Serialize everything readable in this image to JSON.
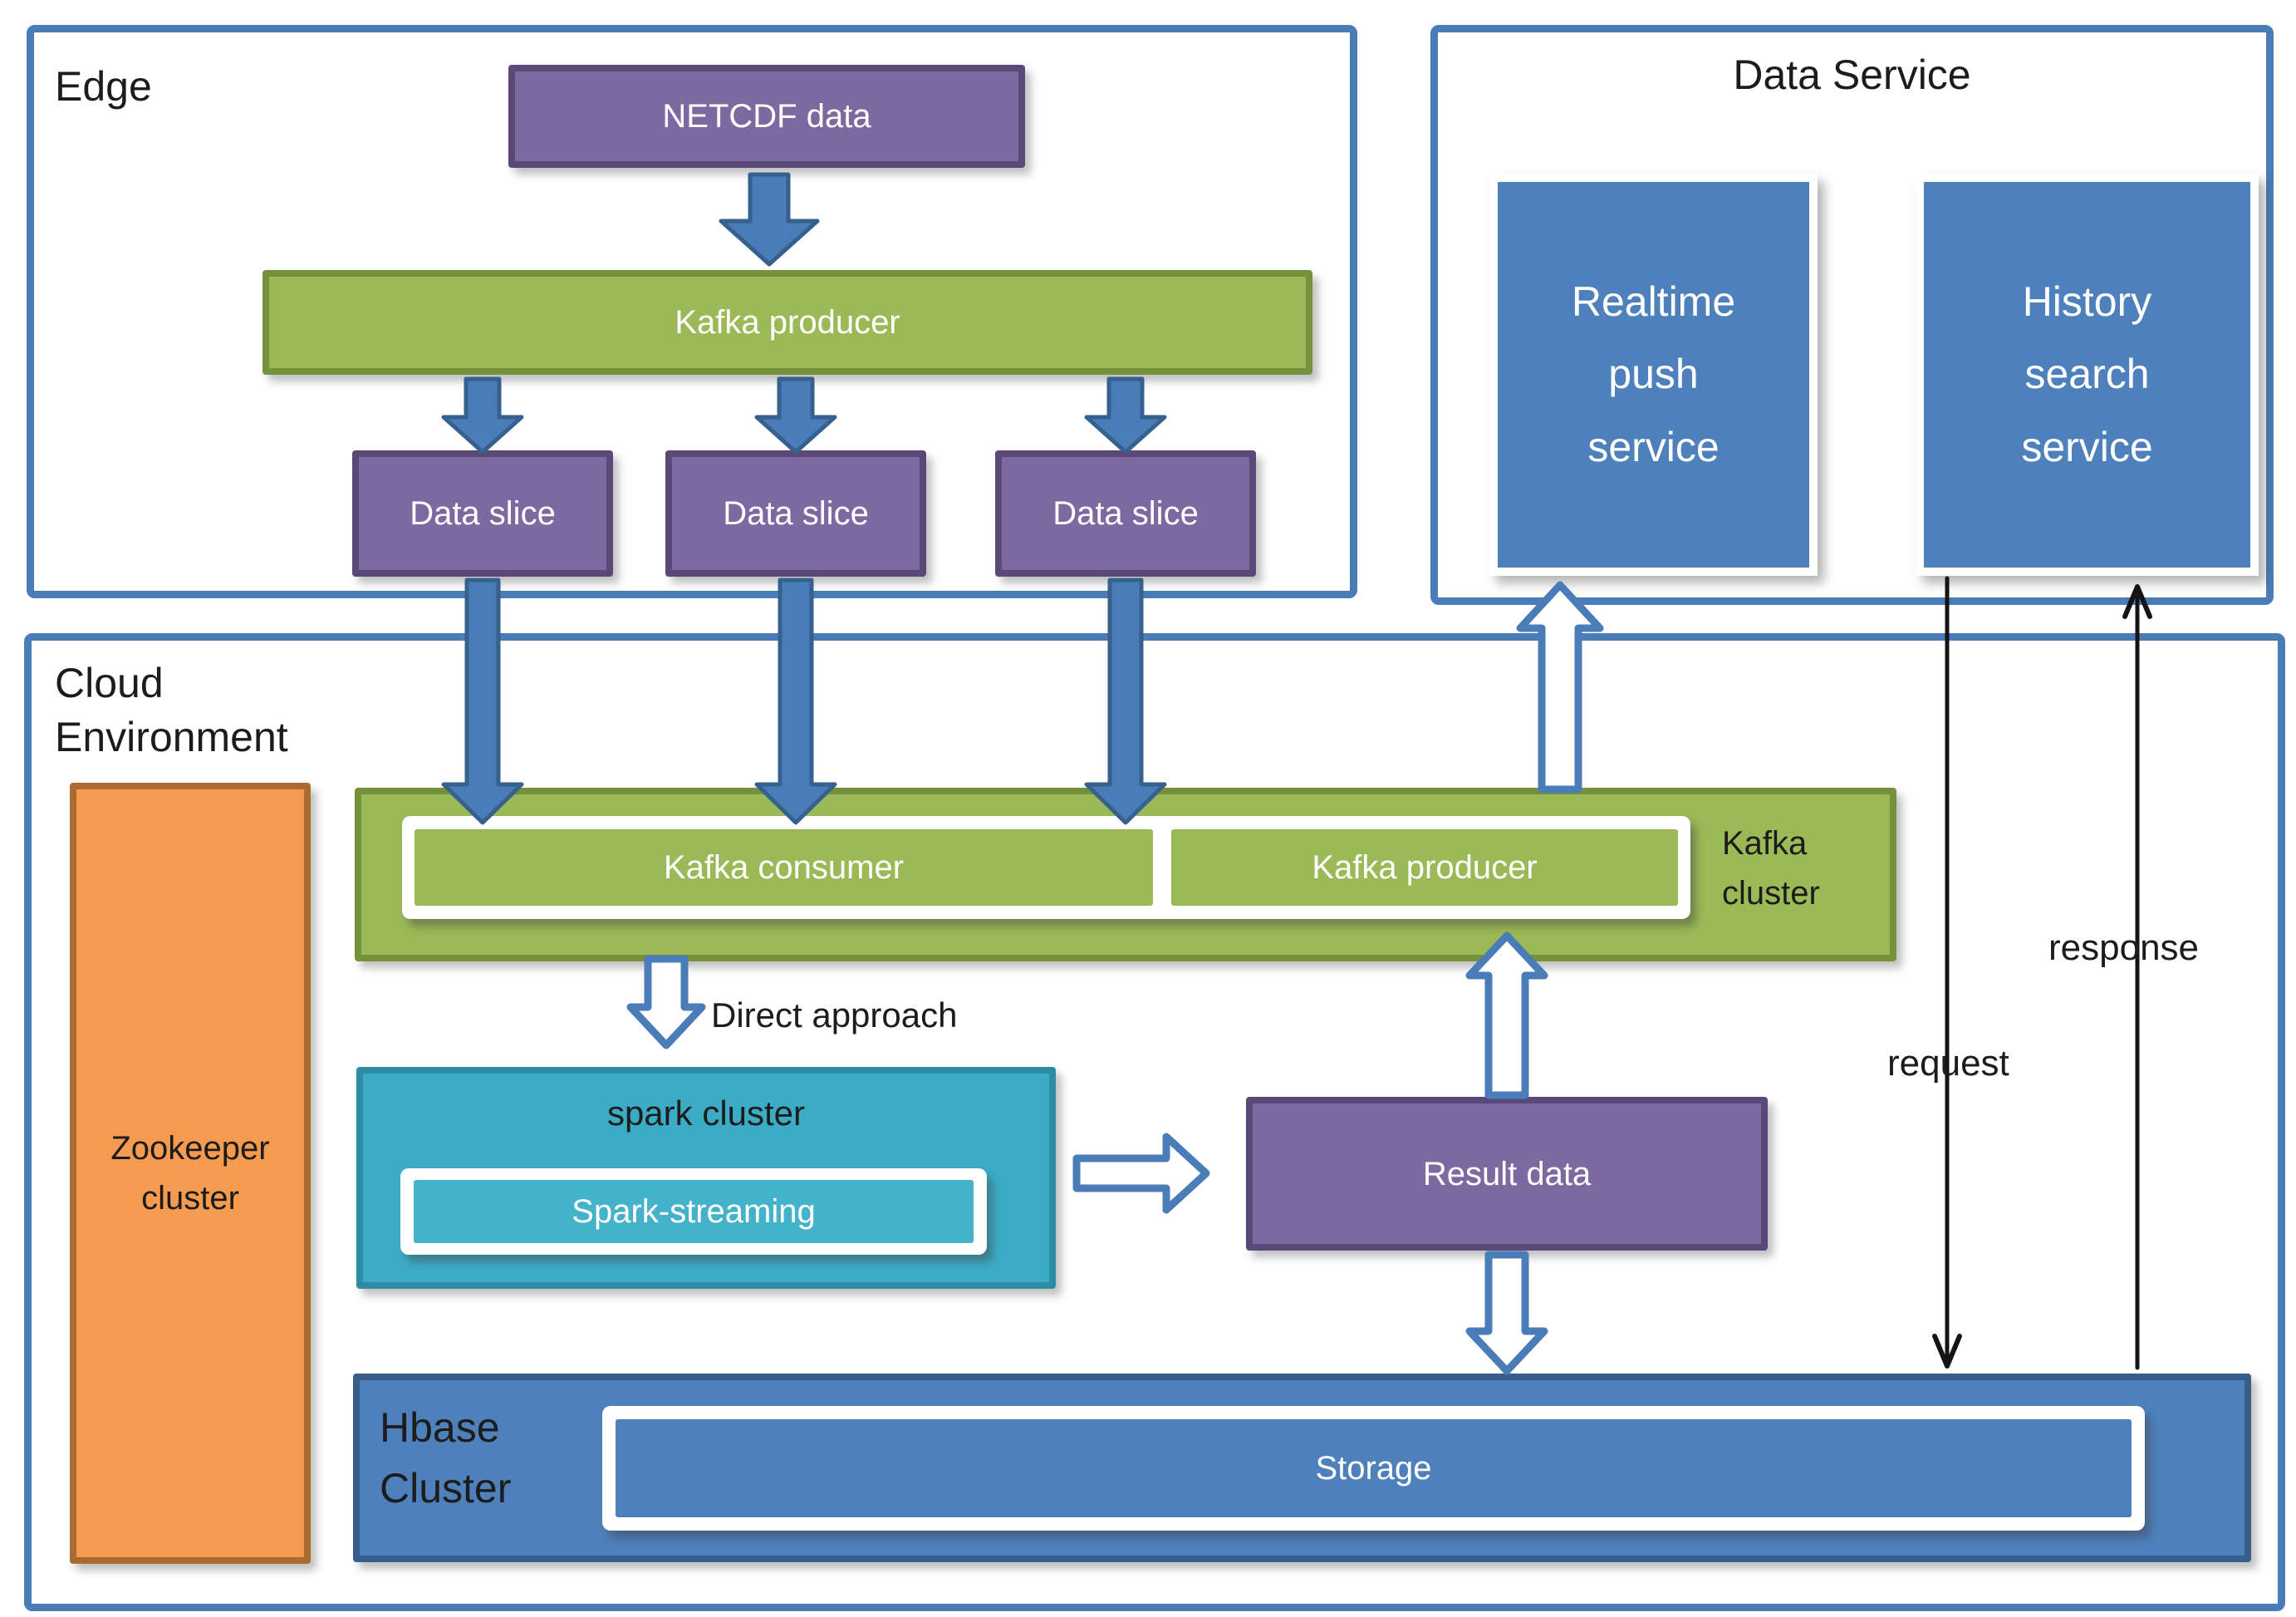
{
  "palette": {
    "frame_blue": "#4A7CB8",
    "box_blue": "#4E80BB",
    "blue_dark": "#385D8A",
    "green": "#9BB957",
    "green_dark": "#75913C",
    "purple": "#7D68A0",
    "purple_dark": "#5C4878",
    "teal": "#3CACC6",
    "teal_light": "#44B2C9",
    "teal_dark": "#2E8CA2",
    "orange": "#F59B50",
    "orange_dark": "#A96B32",
    "arrow_solid": "#4A7CB8",
    "arrow_outline": "#36608E",
    "text_black": "#1c1c1c"
  },
  "edge": {
    "title": "Edge",
    "netcdf_label": "NETCDF data",
    "kafka_producer_label": "Kafka producer",
    "data_slices": [
      "Data slice",
      "Data slice",
      "Data slice"
    ]
  },
  "data_service": {
    "title": "Data Service",
    "realtime_label": "Realtime push service",
    "history_label": "History search service"
  },
  "cloud": {
    "title": "Cloud Environment",
    "zookeeper_label": "Zookeeper cluster",
    "kafka_cluster_label": "Kafka cluster",
    "kafka_consumer_label": "Kafka consumer",
    "kafka_producer_label": "Kafka producer",
    "direct_approach_label": "Direct approach",
    "spark_cluster_label": "spark cluster",
    "spark_streaming_label": "Spark-streaming",
    "result_data_label": "Result data",
    "hbase_label": "Hbase Cluster",
    "storage_label": "Storage",
    "request_label": "request",
    "response_label": "response"
  },
  "arrows": [
    {
      "name": "netcdf-to-kafka-producer",
      "style": "solid",
      "direction": "down"
    },
    {
      "name": "kafka-producer-to-data-slice-1",
      "style": "solid",
      "direction": "down"
    },
    {
      "name": "kafka-producer-to-data-slice-2",
      "style": "solid",
      "direction": "down"
    },
    {
      "name": "kafka-producer-to-data-slice-3",
      "style": "solid",
      "direction": "down"
    },
    {
      "name": "data-slice-1-to-kafka-consumer",
      "style": "solid",
      "direction": "down"
    },
    {
      "name": "data-slice-2-to-kafka-consumer",
      "style": "solid",
      "direction": "down"
    },
    {
      "name": "data-slice-3-to-kafka-consumer",
      "style": "solid",
      "direction": "down"
    },
    {
      "name": "kafka-producer-to-realtime-push",
      "style": "hollow",
      "direction": "up"
    },
    {
      "name": "kafka-consumer-to-spark-direct-approach",
      "style": "hollow",
      "direction": "down"
    },
    {
      "name": "spark-to-result-data",
      "style": "hollow",
      "direction": "right"
    },
    {
      "name": "result-data-to-kafka-producer",
      "style": "hollow",
      "direction": "up"
    },
    {
      "name": "result-data-to-hbase",
      "style": "hollow",
      "direction": "down"
    },
    {
      "name": "history-search-request",
      "style": "thin-black",
      "direction": "down"
    },
    {
      "name": "hbase-response",
      "style": "thin-black",
      "direction": "up"
    }
  ]
}
